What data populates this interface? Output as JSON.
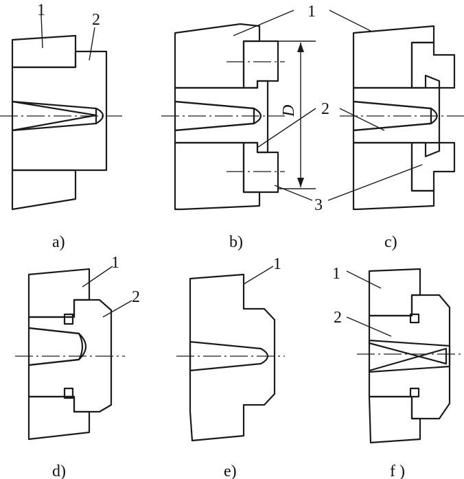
{
  "captions": {
    "a": "a)",
    "b": "b)",
    "c": "c)",
    "d": "d)",
    "e": "e)",
    "f": "f )"
  },
  "labels": {
    "a1": "1",
    "a2": "2",
    "b1": "1",
    "b2": "2",
    "b3": "3",
    "bD": "D",
    "d1": "1",
    "d2": "2",
    "e1": "1",
    "f1": "1",
    "f2": "2"
  },
  "colors": {
    "line": "#1a1a1a",
    "background": "#ffffff"
  }
}
